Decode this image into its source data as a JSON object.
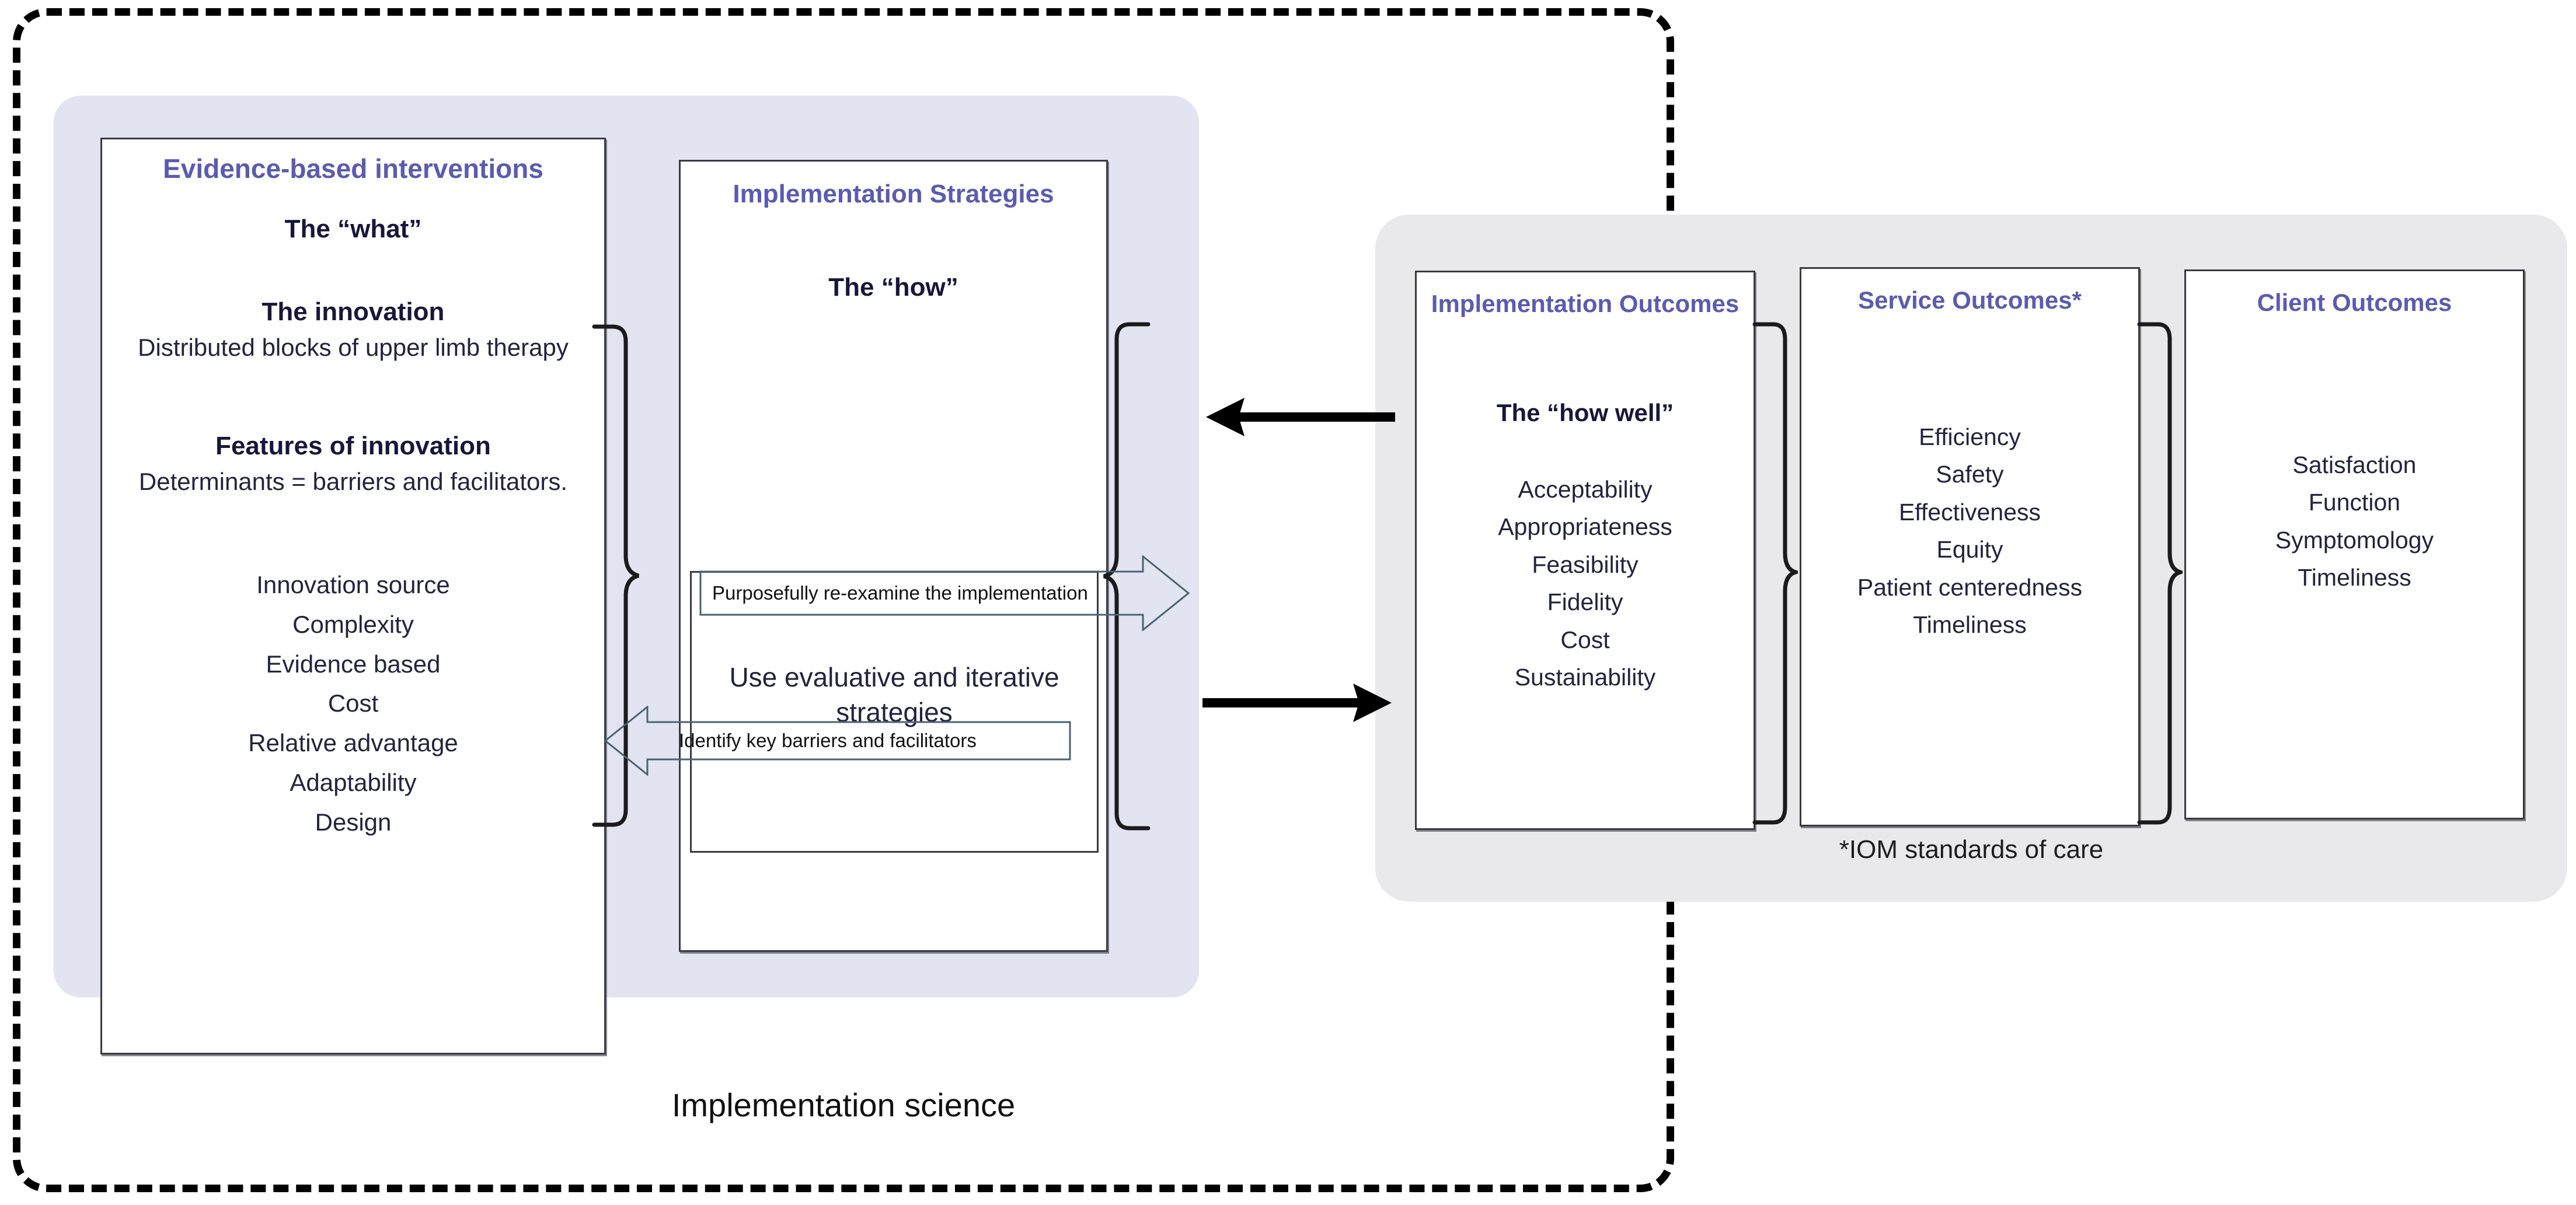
{
  "diagram": {
    "outer_label": "Implementation science",
    "footnote": "*IOM standards of care"
  },
  "evidence_based_interventions": {
    "title": "Evidence-based interventions",
    "what_heading": "The “what”",
    "innovation_heading": "The innovation",
    "innovation_body": "Distributed blocks of upper limb therapy",
    "features_heading": "Features of innovation",
    "features_body": "Determinants = barriers and facilitators.",
    "features_list": [
      "Innovation source",
      "Complexity",
      "Evidence based",
      "Cost",
      "Relative advantage",
      "Adaptability",
      "Design"
    ]
  },
  "implementation_strategies": {
    "title": "Implementation Strategies",
    "how_heading": "The “how”",
    "arrow_top_label": "Purposefully re-examine the implementation",
    "center_label": "Use evaluative and iterative strategies",
    "arrow_bottom_label": "Identify key barriers and facilitators"
  },
  "outcomes": [
    {
      "title": "Implementation Outcomes",
      "subtitle": "The “how well”",
      "items": [
        "Acceptability",
        "Appropriateness",
        "Feasibility",
        "Fidelity",
        "Cost",
        "Sustainability"
      ]
    },
    {
      "title": "Service Outcomes*",
      "subtitle": "",
      "items": [
        "Efficiency",
        "Safety",
        "Effectiveness",
        "Equity",
        "Patient centeredness",
        "Timeliness"
      ]
    },
    {
      "title": "Client Outcomes",
      "subtitle": "",
      "items": [
        "Satisfaction",
        "Function",
        "Symptomology",
        "Timeliness"
      ]
    }
  ],
  "colors": {
    "accent_purple": "#5b5bb0",
    "lavender_panel": "#e3e4f1",
    "grey_panel": "#e9e9eb",
    "text_dark": "#22243f",
    "arrow_outline": "#4a6272",
    "border_dark": "#3a3a45"
  }
}
